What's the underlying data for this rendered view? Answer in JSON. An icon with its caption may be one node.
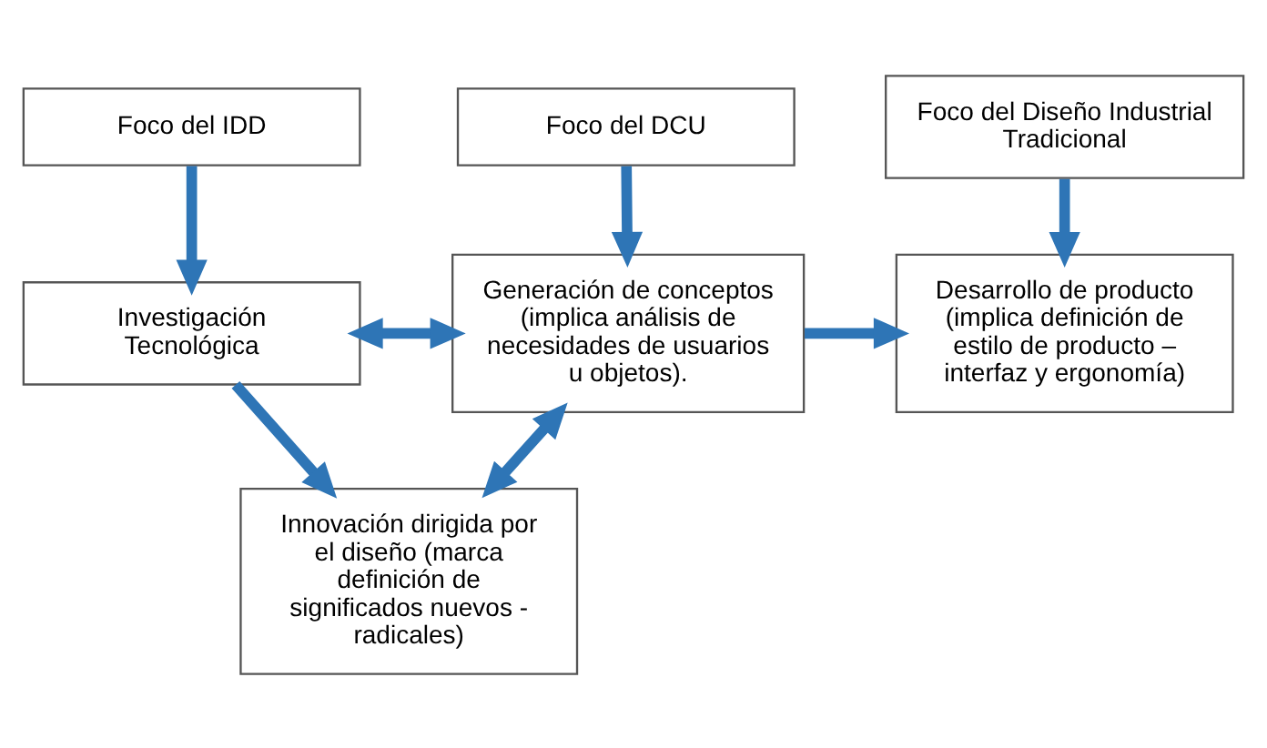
{
  "diagram": {
    "nodes": [
      {
        "text": [
          "Foco del IDD"
        ]
      },
      {
        "text": [
          "Foco del DCU"
        ]
      },
      {
        "text": [
          "Foco del Diseño Industrial Tradicional"
        ]
      },
      {
        "text": [
          "Investigación Tecnológica"
        ]
      },
      {
        "text": [
          "Generación de conceptos (implica análisis de necesidades de usuarios u objetos)."
        ]
      },
      {
        "text": [
          "Desarrollo de producto (implica definición de estilo de producto – interfaz y ergonomía)"
        ]
      },
      {
        "text": [
          "Innovación dirigida por el diseño (marca definición de significados nuevos - radicales)"
        ]
      }
    ],
    "edges": [
      {
        "from": 0,
        "to": 3,
        "arrow": "to"
      },
      {
        "from": 1,
        "to": 4,
        "arrow": "to"
      },
      {
        "from": 2,
        "to": 5,
        "arrow": "to"
      },
      {
        "from": 3,
        "to": 6,
        "arrow": "to"
      },
      {
        "from": 3,
        "to": 4,
        "arrow": "both"
      },
      {
        "from": 6,
        "to": 4,
        "arrow": "both"
      },
      {
        "from": 4,
        "to": 5,
        "arrow": "to"
      }
    ]
  }
}
